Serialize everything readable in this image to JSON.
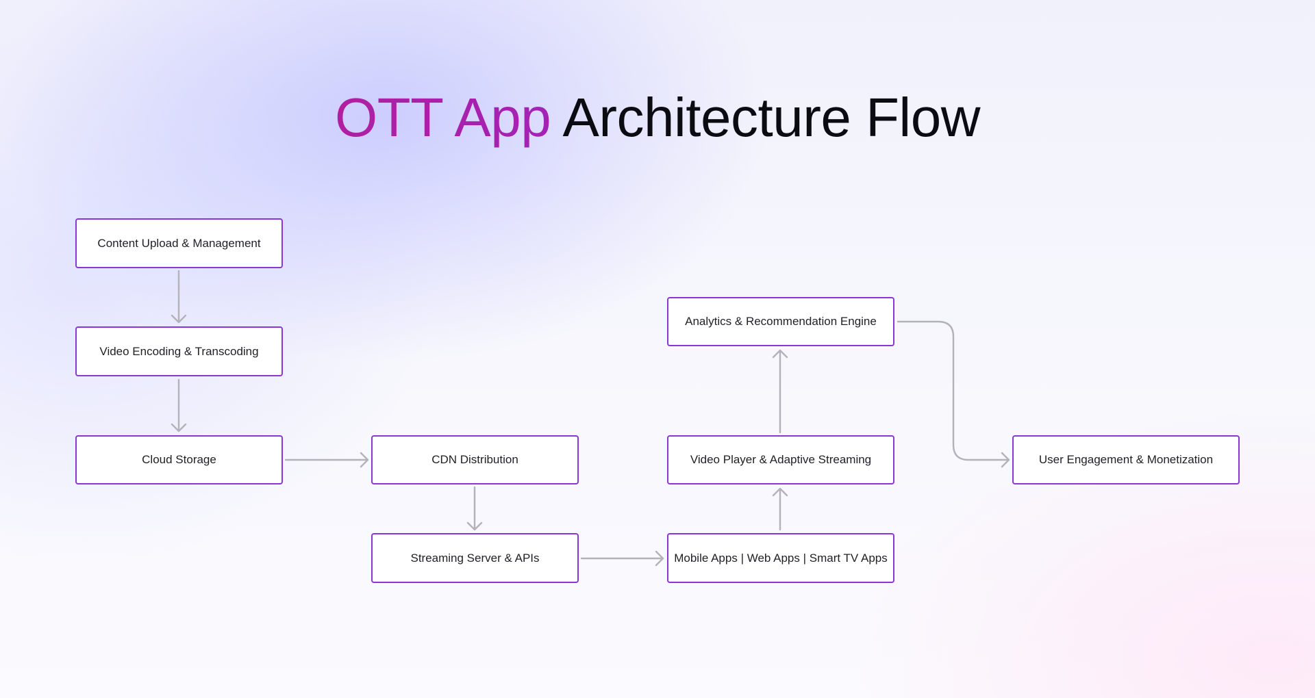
{
  "title": {
    "accent": "OTT App",
    "rest": "Architecture Flow"
  },
  "colors": {
    "box_border": "#8a36d6",
    "arrow": "#b4b1bb",
    "title_accent": "#aa1fa8",
    "title_text": "#0b0b12"
  },
  "nodes": {
    "content_upload": "Content Upload & Management",
    "video_encoding": "Video Encoding & Transcoding",
    "cloud_storage": "Cloud Storage",
    "cdn_distribution": "CDN Distribution",
    "streaming_server": "Streaming Server & APIs",
    "client_apps": "Mobile Apps | Web Apps | Smart TV Apps",
    "video_player": "Video Player & Adaptive Streaming",
    "analytics": "Analytics & Recommendation Engine",
    "user_engagement": "User Engagement & Monetization"
  },
  "edges": [
    {
      "from": "content_upload",
      "to": "video_encoding"
    },
    {
      "from": "video_encoding",
      "to": "cloud_storage"
    },
    {
      "from": "cloud_storage",
      "to": "cdn_distribution"
    },
    {
      "from": "cdn_distribution",
      "to": "streaming_server"
    },
    {
      "from": "streaming_server",
      "to": "client_apps"
    },
    {
      "from": "client_apps",
      "to": "video_player"
    },
    {
      "from": "video_player",
      "to": "analytics"
    },
    {
      "from": "analytics",
      "to": "user_engagement"
    }
  ]
}
